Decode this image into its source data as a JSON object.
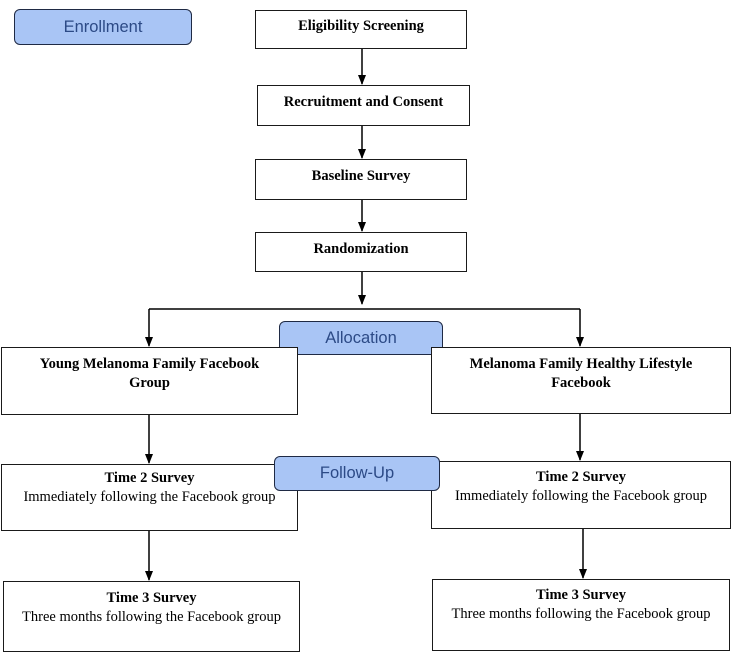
{
  "stages": {
    "enrollment": "Enrollment",
    "allocation": "Allocation",
    "follow_up": "Follow-Up"
  },
  "flow": {
    "eligibility": "Eligibility Screening",
    "recruitment": "Recruitment and Consent",
    "baseline": "Baseline Survey",
    "randomization": "Randomization"
  },
  "left_arm": {
    "group": "Young Melanoma Family Facebook Group",
    "time2_title": "Time 2 Survey",
    "time2_desc": "Immediately following the Facebook group",
    "time3_title": "Time 3 Survey",
    "time3_desc": "Three months following the Facebook group"
  },
  "right_arm": {
    "group": "Melanoma Family Healthy Lifestyle Facebook",
    "time2_title": "Time 2 Survey",
    "time2_desc": "Immediately following the Facebook group",
    "time3_title": "Time 3 Survey",
    "time3_desc": "Three months following the Facebook group"
  },
  "colors": {
    "stage_fill": "#a9c5f5",
    "stage_text": "#2c4a86",
    "line": "#000000"
  }
}
